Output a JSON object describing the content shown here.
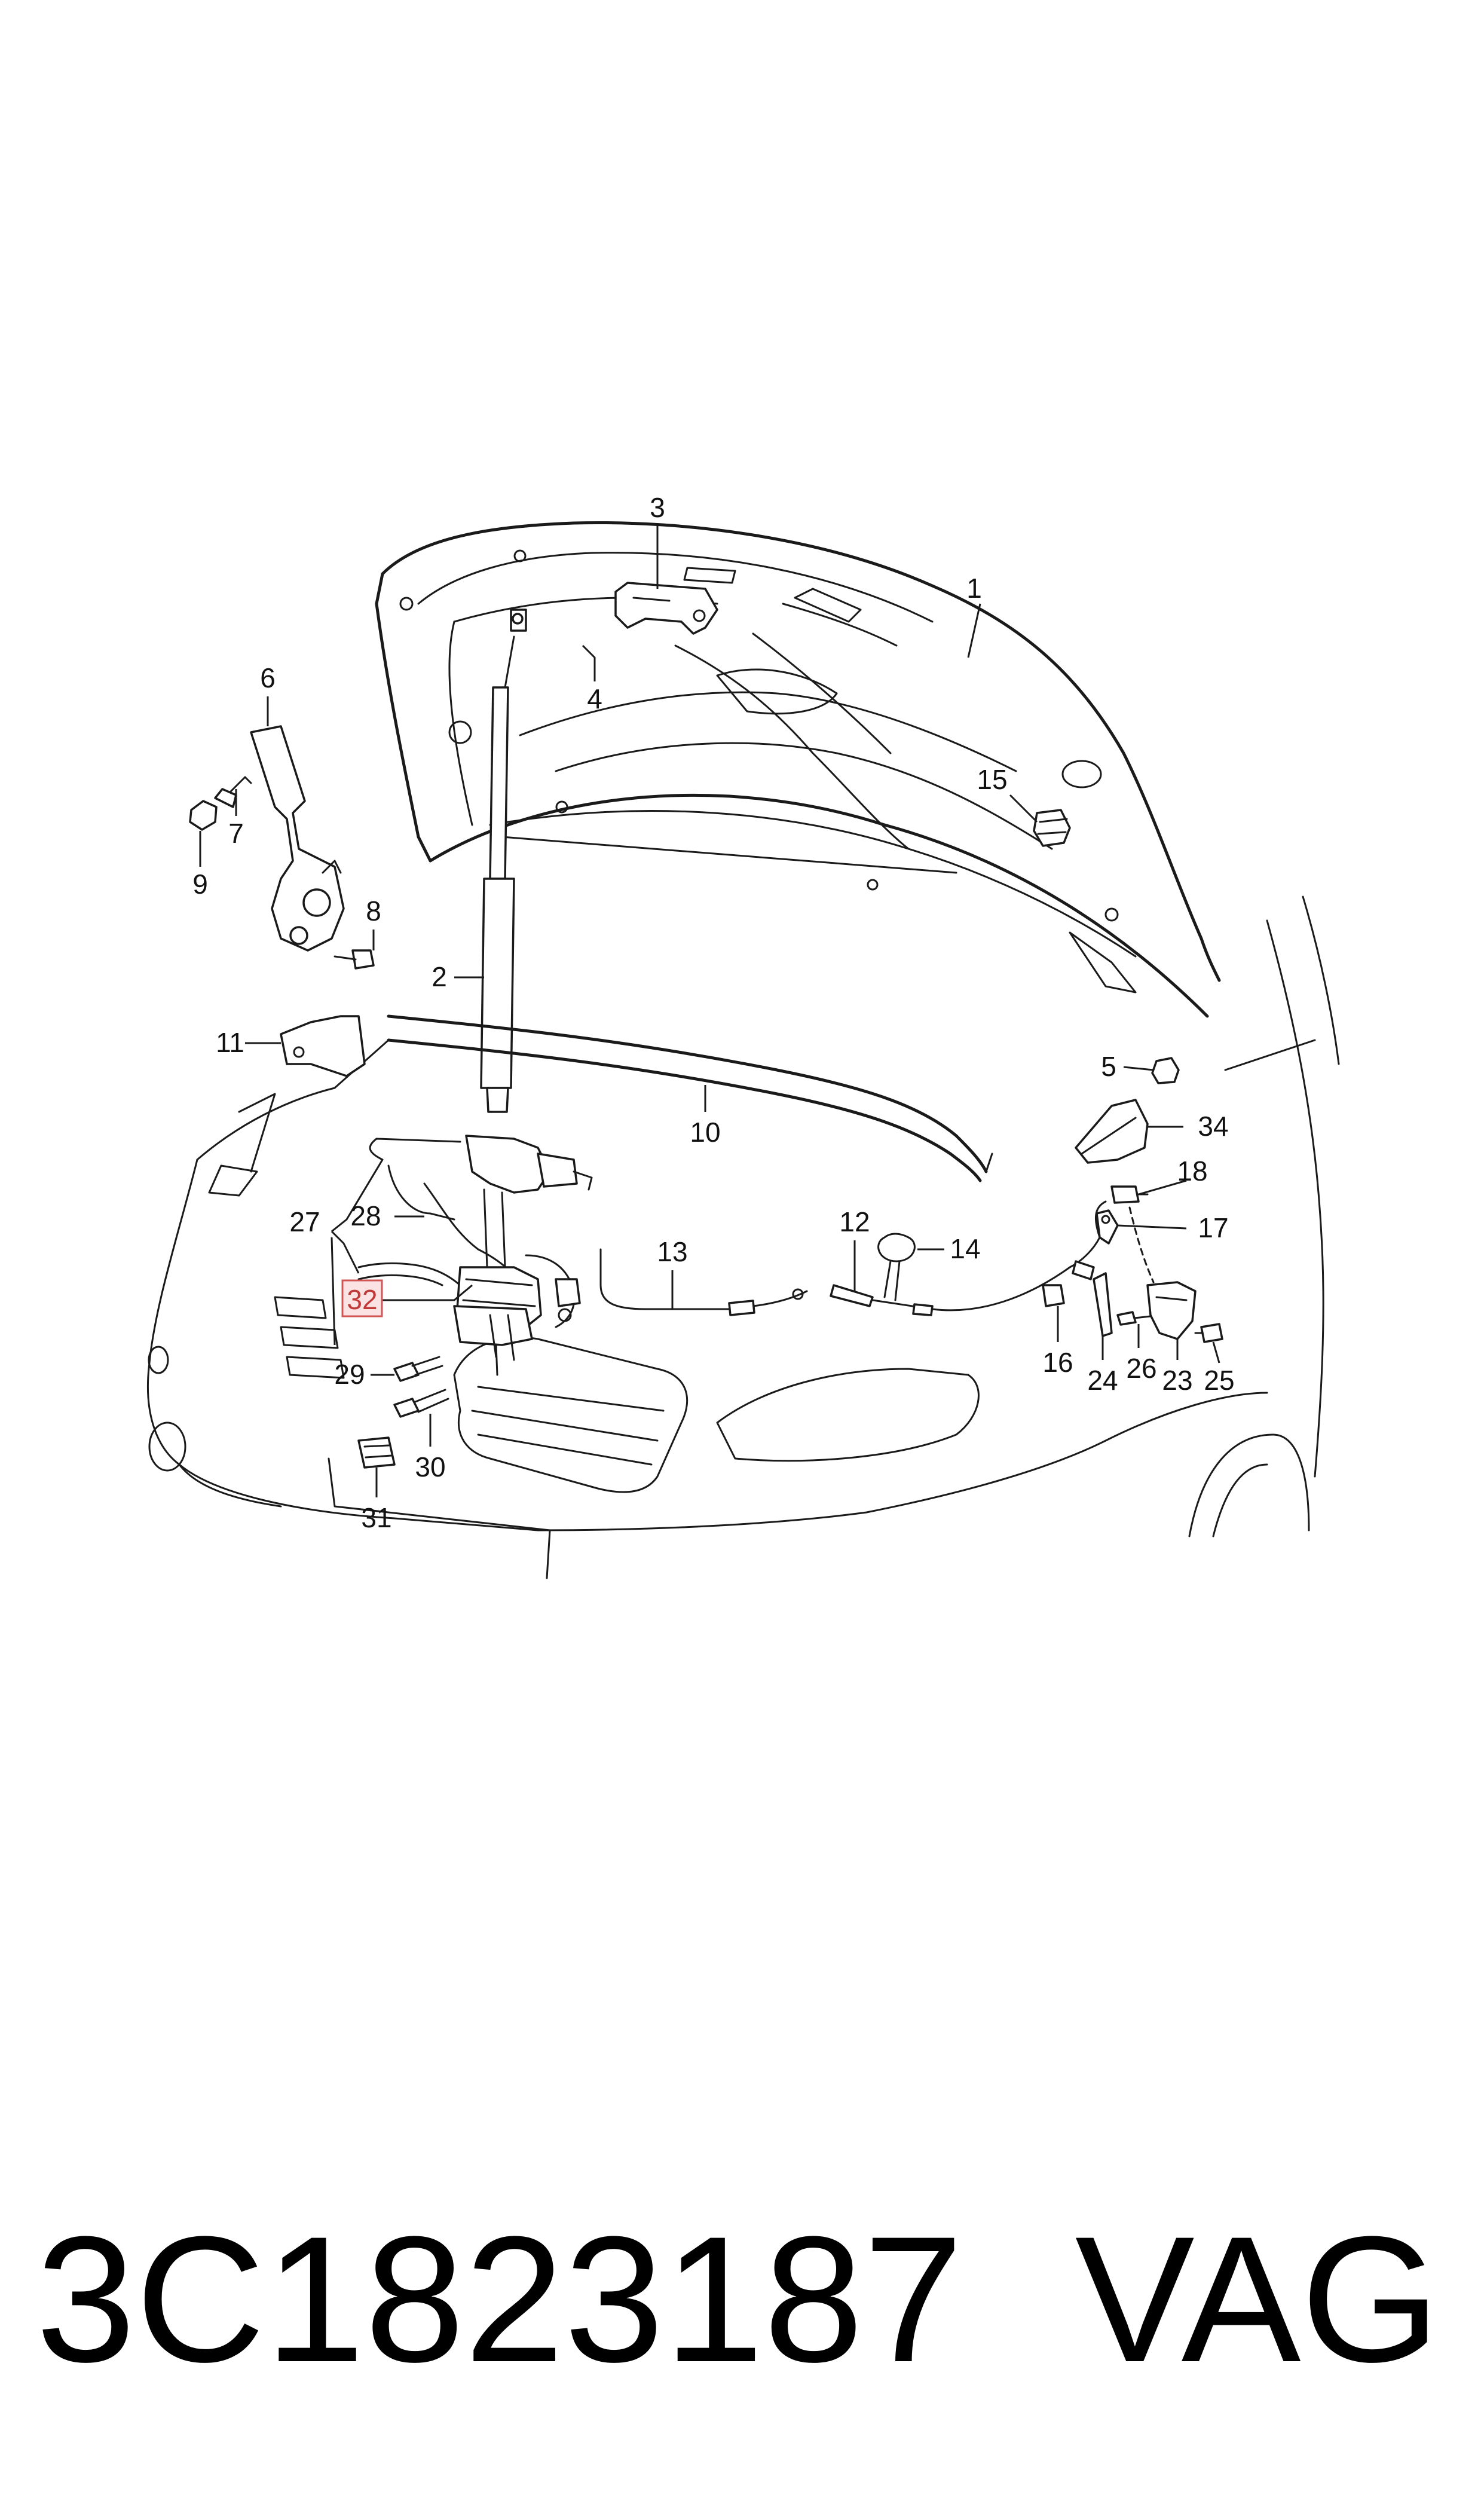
{
  "part_number": "3C1823187",
  "brand": "VAG",
  "highlighted_callout": "32",
  "colors": {
    "highlight_fill": "#fbe3e3",
    "highlight_stroke": "#d05656",
    "line": "#1a1a1a"
  },
  "callouts": {
    "c1": "1",
    "c2": "2",
    "c3": "3",
    "c4": "4",
    "c5": "5",
    "c6": "6",
    "c7": "7",
    "c8": "8",
    "c9": "9",
    "c10": "10",
    "c11": "11",
    "c12": "12",
    "c13": "13",
    "c14": "14",
    "c15": "15",
    "c16": "16",
    "c17": "17",
    "c18": "18",
    "c23": "23",
    "c24": "24",
    "c25": "25",
    "c26": "26",
    "c27": "27",
    "c28": "28",
    "c29": "29",
    "c30": "30",
    "c31": "31",
    "c32": "32",
    "c34": "34"
  }
}
